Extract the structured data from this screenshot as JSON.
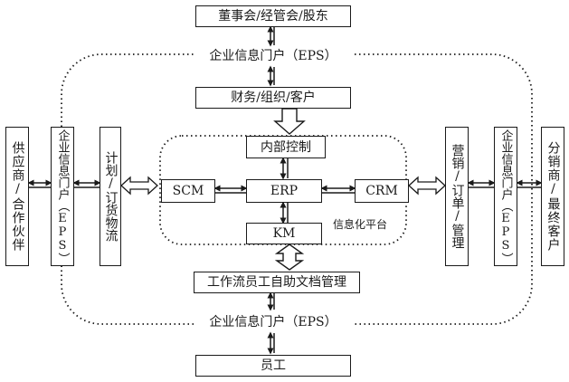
{
  "top_box": "董事会/经管会/股东",
  "portal_top": "企业信息门户（EPS）",
  "finance_box": "财务/组织/客户",
  "internal_control": "内部控制",
  "scm": "SCM",
  "erp": "ERP",
  "crm": "CRM",
  "km": "KM",
  "platform_label": "信息化平台",
  "workflow_box": "工作流员工自助文档管理",
  "portal_bottom": "企业信息门户（EPS）",
  "employee_box": "员工",
  "left_partner": "供应商/合作伙伴",
  "left_portal": "企业信息门户（EPS）",
  "left_plan": "计划/订货物流",
  "right_sales": "营销/订单/管理",
  "right_portal": "企业信息门户（EPS）",
  "right_dist": "分销商/最终客户"
}
